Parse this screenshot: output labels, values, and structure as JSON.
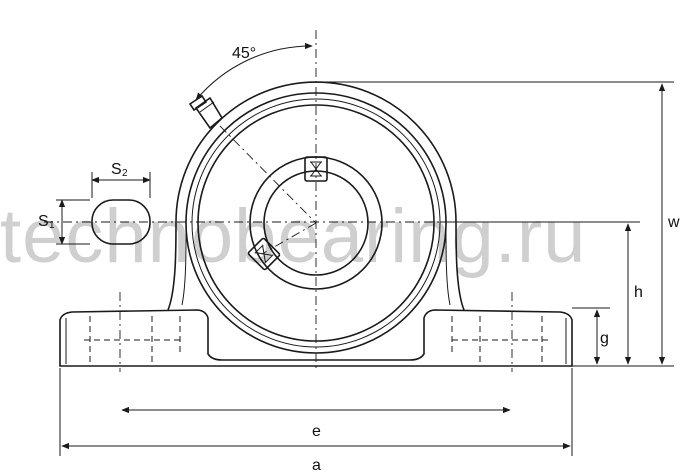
{
  "watermark": "technobearing.ru",
  "dimensions": {
    "angle": "45°",
    "s2": "S",
    "s2_sub": "2",
    "s1": "S",
    "s1_sub": "1",
    "w": "w",
    "h": "h",
    "g": "g",
    "e": "e",
    "a": "a"
  },
  "colors": {
    "line": "#1a1a1a",
    "watermark": "#cfcfcf",
    "background": "#ffffff"
  }
}
